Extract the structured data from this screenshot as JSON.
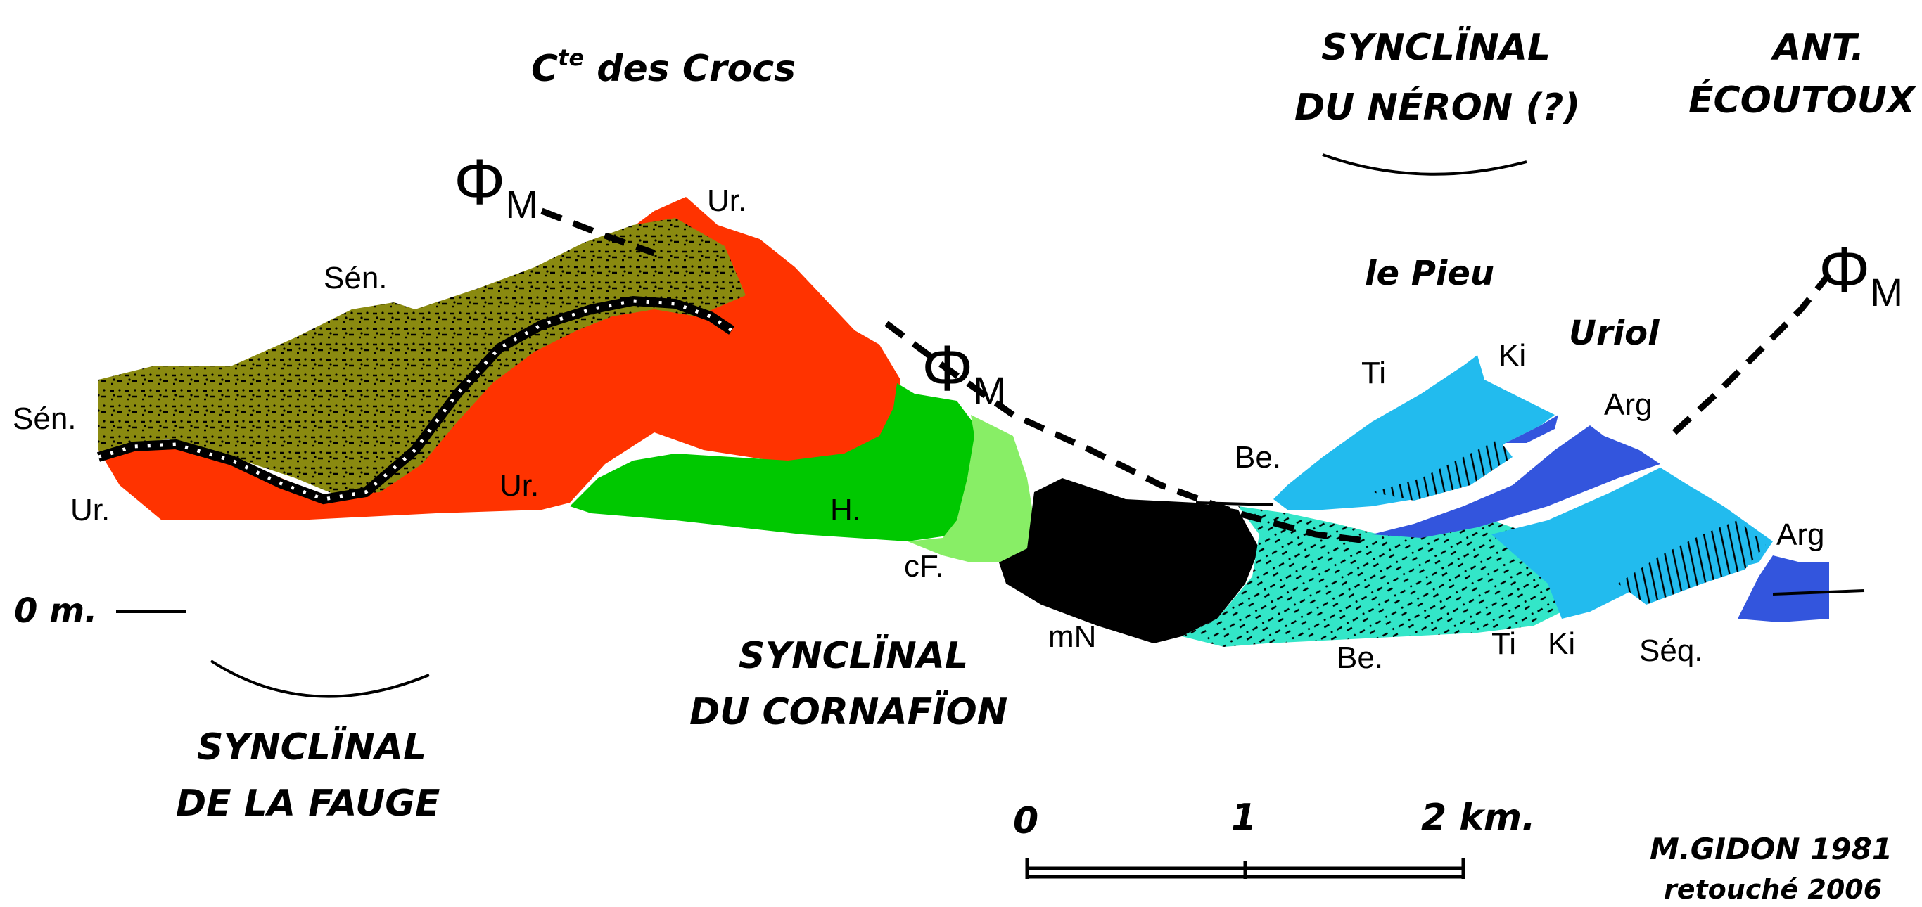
{
  "colors": {
    "urgonian": "#ff3300",
    "senonian": "#8a8a10",
    "hauterivian": "#00c800",
    "fontanil": "#88ee66",
    "marnes_neocomiennes": "#000000",
    "berriasian": "#33e6c8",
    "tithonian": "#22bbee",
    "kimmeridgian": "#22bbee",
    "argovian": "#3355dd",
    "ink": "#000000"
  },
  "titles": {
    "combe": {
      "head": "C",
      "sup": "te",
      "tail": " des Crocs"
    },
    "syn_neron": [
      "SYNCLÏNAL",
      "DU NÉRON (?)"
    ],
    "ant_ecoutoux": [
      "ANT.",
      "ÉCOUTOUX"
    ],
    "le_pieu": "le Pieu",
    "uriol": "Uriol",
    "syn_cornafion": [
      "SYNCLÏNAL",
      "DU CORNAFÏON"
    ],
    "syn_fauge": [
      "SYNCLÏNAL",
      "DE LA FAUGE"
    ]
  },
  "fault_labels": {
    "phi_m_1": {
      "phi": "Φ",
      "sub": "M"
    },
    "phi_m_2": {
      "phi": "Φ",
      "sub": "M"
    },
    "phi_m_3": {
      "phi": "Φ",
      "sub": "M"
    }
  },
  "unit_labels": {
    "ur_top": "Ur.",
    "sen_top": "Sén.",
    "sen_left": "Sén.",
    "ur_left": "Ur.",
    "ur_mid": "Ur.",
    "h": "H.",
    "cf": "cF.",
    "mn": "mN",
    "be_top": "Be.",
    "be_bottom": "Be.",
    "ti_top": "Ti",
    "ki_top": "Ki",
    "arg_top": "Arg",
    "arg_right": "Arg",
    "ti_bottom": "Ti",
    "ki_bottom": "Ki",
    "seq": "Séq."
  },
  "elevation_ref": "0 m.",
  "scale_bar": {
    "ticks": [
      "0",
      "1",
      "2 km."
    ]
  },
  "credit": [
    "M.GIDON 1981",
    "retouché 2006"
  ]
}
